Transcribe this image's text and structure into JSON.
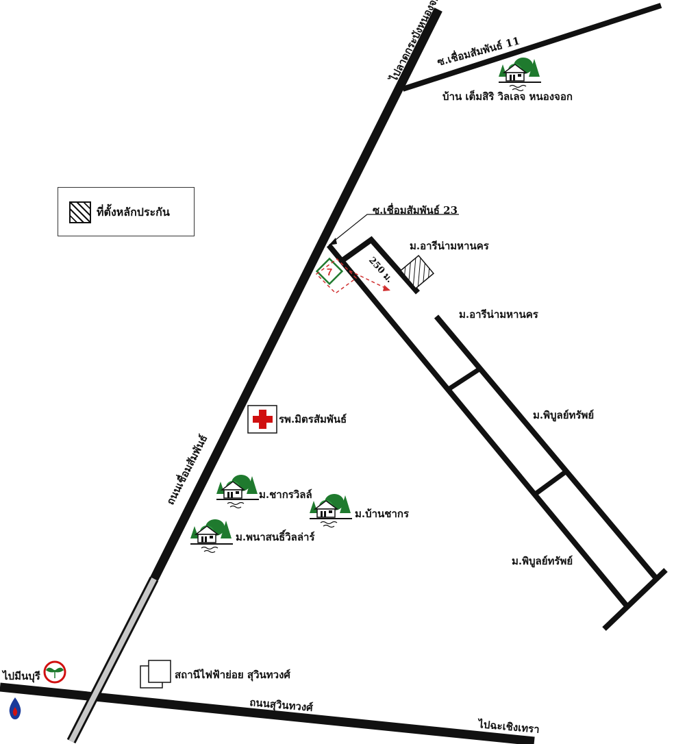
{
  "legend": {
    "label": "ที่ตั้งหลักประกัน"
  },
  "roads": {
    "main_road": "ถนนเชื่อมสัมพันธ์",
    "main_road_north": "ไปลาดกระบังหนองจอก",
    "soi_11": "ซ.เชื่อมสัมพันธ์ 11",
    "soi_23": "ซ.เชื่อมสัมพันธ์ 23",
    "suwinthawong": "ถนนสุวินทวงศ์",
    "to_minburi": "ไปมีนบุรี",
    "to_chachoengsao": "ไปฉะเชิงเทรา",
    "distance": "250 ม."
  },
  "places": {
    "tem_siri": "บ้าน เต็มสิริ วิลเลจ หนองจอก",
    "aree_1": "ม.อารีน่ามหานคร",
    "aree_2": "ม.อารีน่ามหานคร",
    "piboon_1": "ม.พิบูลย์ทรัพย์",
    "piboon_2": "ม.พิบูลย์ทรัพย์",
    "hospital": "รพ.มิตรสัมพันธ์",
    "chakorn_villa": "ม.ชากรวิลล์",
    "ban_chakorn": "ม.บ้านชากร",
    "panasan": "ม.พนาสนธิ์วิลล่าร์",
    "substation": "สถานีไฟฟ้าย่อย สุวินทวงศ์"
  },
  "icons": {
    "house": "house-in-trees-icon",
    "hospital": "red-cross-icon",
    "collateral": "hatched-square-icon",
    "station": "gas-station-icon",
    "bank": "kbank-icon",
    "ptt": "ptt-icon"
  },
  "colors": {
    "road": "#111111",
    "hospital_cross": "#d01010",
    "dashed_route": "#d03030",
    "house_green": "#1f7a2e"
  }
}
